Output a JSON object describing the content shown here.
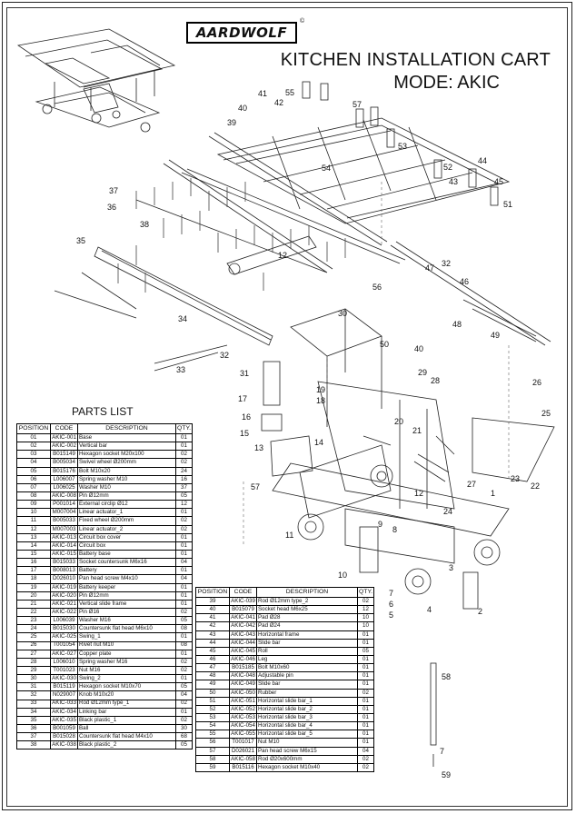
{
  "brand": "AARDWOLF",
  "brand_mark": "©",
  "title_line1": "KITCHEN INSTALLATION CART",
  "title_line2": "MODE: AKIC",
  "parts_list_title": "PARTS LIST",
  "table_headers": [
    "POSITION",
    "CODE",
    "DESCRIPTION",
    "QTY."
  ],
  "parts_left": [
    [
      "01",
      "AKIC-001",
      "Base",
      "01"
    ],
    [
      "02",
      "AKIC-002",
      "Vertical bar",
      "01"
    ],
    [
      "03",
      "B015149",
      "Hexagon socket M20x100",
      "02"
    ],
    [
      "04",
      "B005034",
      "Swivel wheel Ø200mm",
      "02"
    ],
    [
      "05",
      "B015176",
      "Bolt M10x20",
      "24"
    ],
    [
      "06",
      "L006007",
      "Spring washer M10",
      "16"
    ],
    [
      "07",
      "L006025",
      "Washer M10",
      "37"
    ],
    [
      "08",
      "AKIC-008",
      "Pin Ø12mm",
      "05"
    ],
    [
      "09",
      "P001014",
      "External circlip Ø12",
      "12"
    ],
    [
      "10",
      "M007004",
      "Linear actuator_1",
      "01"
    ],
    [
      "11",
      "B005033",
      "Fixed wheel Ø200mm",
      "02"
    ],
    [
      "12",
      "M007003",
      "Linear actuator_2",
      "02"
    ],
    [
      "13",
      "AKIC-013",
      "Circuit box cover",
      "01"
    ],
    [
      "14",
      "AKIC-014",
      "Circuit box",
      "01"
    ],
    [
      "15",
      "AKIC-015",
      "Battery base",
      "01"
    ],
    [
      "16",
      "B015033",
      "Socket countersunk M6x16",
      "04"
    ],
    [
      "17",
      "B008013",
      "Battery",
      "01"
    ],
    [
      "18",
      "D026010",
      "Pan head screw M4x10",
      "04"
    ],
    [
      "19",
      "AKIC-019",
      "Battery keeper",
      "01"
    ],
    [
      "20",
      "AKIC-020",
      "Pin Ø12mm",
      "01"
    ],
    [
      "21",
      "AKIC-021",
      "Vertical slide frame",
      "01"
    ],
    [
      "22",
      "AKIC-022",
      "Pin Ø16",
      "02"
    ],
    [
      "23",
      "L006039",
      "Washer M16",
      "05"
    ],
    [
      "24",
      "B015030",
      "Countersunk flat head M6x10",
      "08"
    ],
    [
      "25",
      "AKIC-025",
      "Swing_1",
      "01"
    ],
    [
      "26",
      "T001054",
      "Rivet nut M10",
      "08"
    ],
    [
      "27",
      "AKIC-027",
      "Copper plate",
      "01"
    ],
    [
      "28",
      "L006010",
      "Spring washer M16",
      "02"
    ],
    [
      "29",
      "T001023",
      "Nut M16",
      "02"
    ],
    [
      "30",
      "AKIC-030",
      "Swing_2",
      "01"
    ],
    [
      "31",
      "B015119",
      "Hexagon socket M10x70",
      "05"
    ],
    [
      "32",
      "N029007",
      "Knob M10x20",
      "04"
    ],
    [
      "33",
      "AKIC-033",
      "Rod Ø12mm type_1",
      "02"
    ],
    [
      "34",
      "AKIC-034",
      "Linking bar",
      "01"
    ],
    [
      "35",
      "AKIC-035",
      "Black plastic_1",
      "02"
    ],
    [
      "36",
      "B001059",
      "Ball",
      "30"
    ],
    [
      "37",
      "B015028",
      "Countersunk flat head M4x10",
      "68"
    ],
    [
      "38",
      "AKIC-038",
      "Black plastic_2",
      "05"
    ]
  ],
  "parts_right": [
    [
      "39",
      "AKIC-039",
      "Rod Ø12mm type_2",
      "02"
    ],
    [
      "40",
      "B015079",
      "Socket head M6x25",
      "12"
    ],
    [
      "41",
      "AKIC-041",
      "Pad Ø28",
      "10"
    ],
    [
      "42",
      "AKIC-042",
      "Pad Ø24",
      "10"
    ],
    [
      "43",
      "AKIC-043",
      "Horizontal frame",
      "01"
    ],
    [
      "44",
      "AKIC-044",
      "Slide bar",
      "01"
    ],
    [
      "45",
      "AKIC-045",
      "Roll",
      "05"
    ],
    [
      "46",
      "AKIC-046",
      "Leg",
      "01"
    ],
    [
      "47",
      "B015185",
      "Bolt M10x60",
      "01"
    ],
    [
      "48",
      "AKIC-048",
      "Adjustable pin",
      "01"
    ],
    [
      "49",
      "AKIC-049",
      "Slide bar",
      "01"
    ],
    [
      "50",
      "AKIC-050",
      "Rubber",
      "02"
    ],
    [
      "51",
      "AKIC-051",
      "Horizontal slide bar_1",
      "01"
    ],
    [
      "52",
      "AKIC-052",
      "Horizontal slide bar_2",
      "01"
    ],
    [
      "53",
      "AKIC-053",
      "Horizontal slide bar_3",
      "01"
    ],
    [
      "54",
      "AKIC-054",
      "Horizontal slide bar_4",
      "01"
    ],
    [
      "55",
      "AKIC-055",
      "Horizontal slide bar_5",
      "01"
    ],
    [
      "56",
      "T001017",
      "Nut M10",
      "01"
    ],
    [
      "57",
      "D026021",
      "Pan head screw M6x15",
      "04"
    ],
    [
      "58",
      "AKIC-058",
      "Rod Ø20x600mm",
      "02"
    ],
    [
      "59",
      "B015116",
      "Hexagon socket M10x40",
      "02"
    ]
  ],
  "callouts": [
    "1",
    "2",
    "3",
    "4",
    "5",
    "6",
    "7",
    "7",
    "8",
    "9",
    "10",
    "11",
    "12",
    "12",
    "13",
    "14",
    "15",
    "16",
    "17",
    "18",
    "19",
    "20",
    "21",
    "22",
    "23",
    "24",
    "25",
    "26",
    "27",
    "28",
    "29",
    "30",
    "31",
    "32",
    "32",
    "33",
    "34",
    "35",
    "36",
    "37",
    "38",
    "39",
    "40",
    "40",
    "41",
    "42",
    "43",
    "44",
    "45",
    "46",
    "47",
    "48",
    "49",
    "50",
    "51",
    "52",
    "53",
    "54",
    "55",
    "56",
    "57",
    "57",
    "58",
    "59"
  ]
}
